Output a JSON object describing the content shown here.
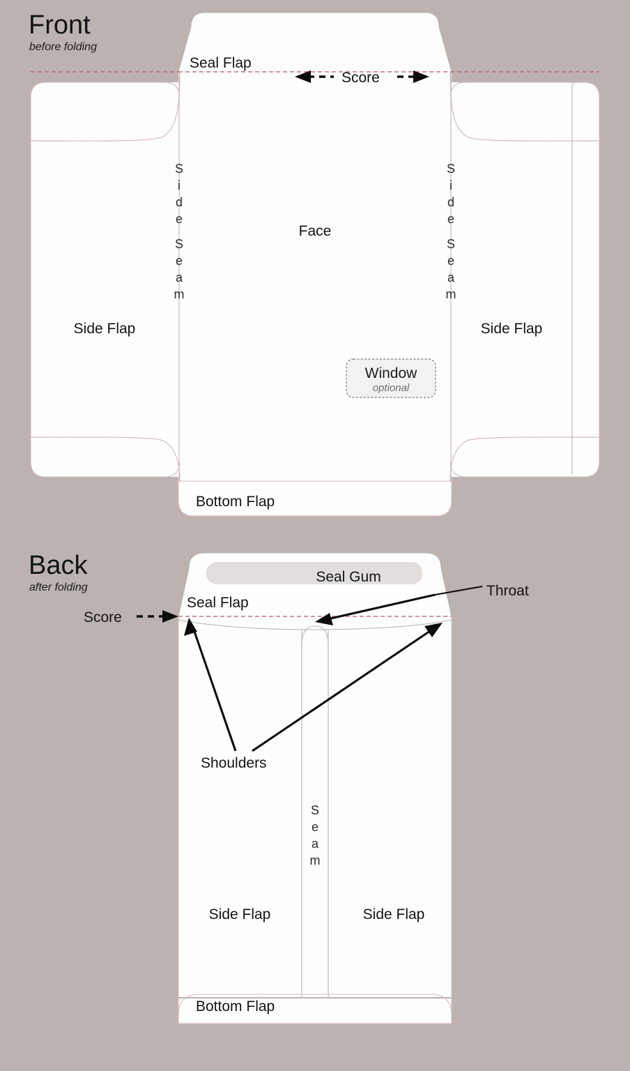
{
  "page": {
    "background_color": "#bcb3b1",
    "paper_color": "#fefefe",
    "score_line_color": "#c0565f",
    "cut_line_color": "#d8b9bd",
    "gum_color": "#e1dedd"
  },
  "front": {
    "title": "Front",
    "subtitle": "before folding",
    "labels": {
      "seal_flap": "Seal Flap",
      "score": "Score",
      "face": "Face",
      "side_flap_left": "Side Flap",
      "side_flap_right": "Side Flap",
      "bottom_flap": "Bottom Flap",
      "side_seam_left": "Side Seam",
      "side_seam_right": "Side Seam"
    },
    "window": {
      "label": "Window",
      "sublabel": "optional"
    }
  },
  "back": {
    "title": "Back",
    "subtitle": "after folding",
    "labels": {
      "seal_gum": "Seal Gum",
      "seal_flap": "Seal Flap",
      "score": "Score",
      "throat": "Throat",
      "shoulders": "Shoulders",
      "seam": "Seam",
      "side_flap_left": "Side Flap",
      "side_flap_right": "Side Flap",
      "bottom_flap": "Bottom Flap"
    }
  }
}
